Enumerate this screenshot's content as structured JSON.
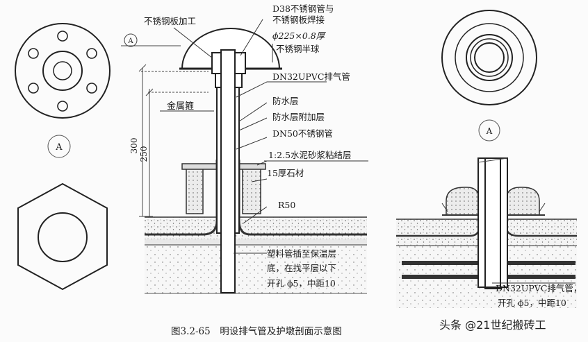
{
  "labels": {
    "steel_plate": "不锈钢板加工",
    "d38_line1": "D38不锈钢管与",
    "d38_line2": "不锈钢板焊接",
    "hemisphere_line1": "ϕ225×0.8厚",
    "hemisphere_line2": "不锈钢半球",
    "pvc_pipe": "DN32UPVC排气管",
    "metal_hoop": "金属箍",
    "waterproof": "防水层",
    "waterproof_extra": "防水层附加层",
    "dn50": "DN50不锈钢管",
    "mortar": "1:2.5水泥砂浆粘结层",
    "stone": "15厚石材",
    "r50": "R50",
    "plastic_line1": "塑料管插至保温层",
    "plastic_line2": "底，在找平层以下",
    "plastic_line3": "开孔 ϕ5，中距10",
    "right_pipe_line1": "DN32UPVC排气管，",
    "right_pipe_line2": "开孔 ϕ5，中距10"
  },
  "dimensions": {
    "d300": "300",
    "d250": "250"
  },
  "section_marks": {
    "top_left": "A",
    "flange_view": "A",
    "top_view": "A"
  },
  "caption": "图3.2-65　明设排气管及护墩剖面示意图",
  "watermark": "头条 @21世纪搬砖工"
}
